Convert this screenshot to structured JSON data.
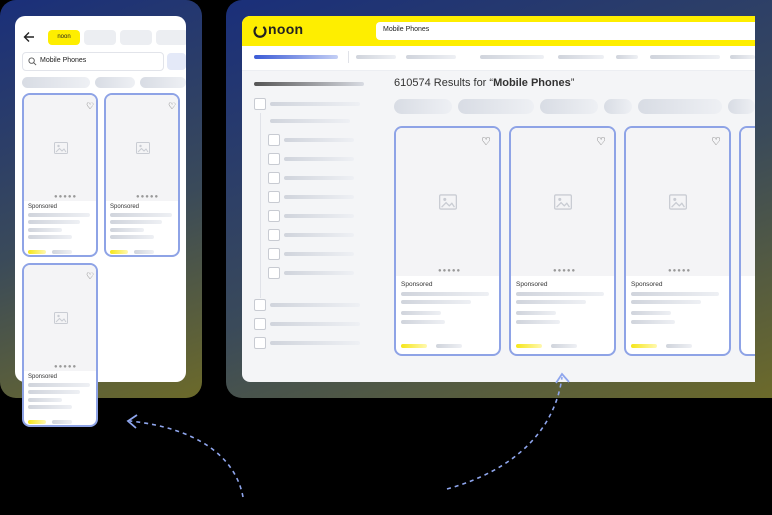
{
  "brand": {
    "logo_text": "noon",
    "accent": "#feee00",
    "card_border": "#8ea3e6"
  },
  "mobile": {
    "back_icon": "arrow-left-icon",
    "tab_label": "noon",
    "search_value": "Mobile Phones",
    "search_icon": "search-icon",
    "sponsored_label": "Sponsored"
  },
  "desktop": {
    "search_value": "Mobile Phones",
    "results_count": "610574",
    "results_prefix": " Results for “",
    "results_query": "Mobile Phones",
    "results_suffix": "”",
    "sponsored_label": "Sponsored"
  }
}
